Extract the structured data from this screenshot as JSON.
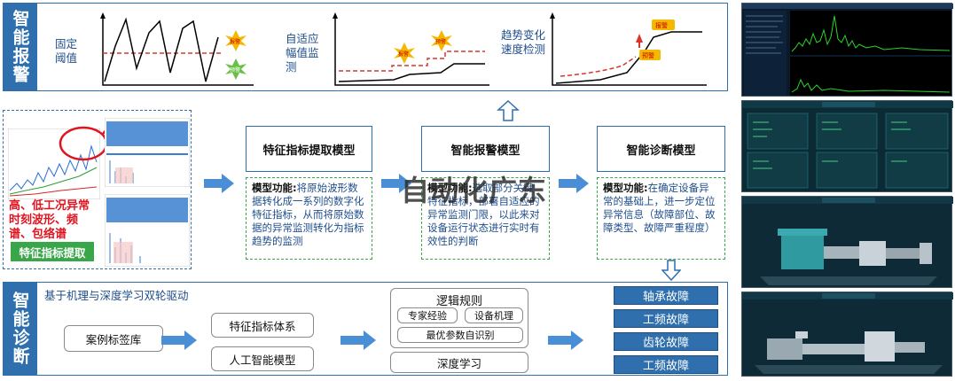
{
  "alarm_section": {
    "label": "智能报警",
    "methods": [
      {
        "label": "固定阈值"
      },
      {
        "label": "自适应幅值监测"
      },
      {
        "label": "趋势变化速度检测"
      }
    ],
    "markers": {
      "alarm": "报警",
      "warning": "预警"
    }
  },
  "feature_section": {
    "conditions_text": "高、低工况异常时刻波形、频谱、包络谱",
    "extract_button": "特征指标提取",
    "models": [
      {
        "title": "特征指标提取模型",
        "func_label": "模型功能:",
        "func_text": "将原始波形数据转化成一系列的数字化特征指标，从而将原始数据的异常监测转化为指标趋势的监测"
      },
      {
        "title": "智能报警模型",
        "func_label": "模型功能:",
        "func_text": "选取部分关键特征指标，部署自适应的异常监测门限，以此来对设备运行状态进行实时有效性的判断"
      },
      {
        "title": "智能诊断模型",
        "func_label": "模型功能:",
        "func_text": "在确定设备异常的基础上，进一步定位异常信息（故障部位、故障类型、故障严重程度）"
      }
    ],
    "watermark": "自动化广东"
  },
  "diagnosis_section": {
    "label": "智能诊断",
    "subtitle": "基于机理与深度学习双轮驱动",
    "case_library": "案例标签库",
    "feature_system": "特征指标体系",
    "ai_model": "人工智能模型",
    "logic_rules": "逻辑规则",
    "expert": "专家经验",
    "mechanism": "设备机理",
    "optimal": "最优参数自识别",
    "deep_learning": "深度学习",
    "faults": [
      "轴承故障",
      "工频故障",
      "齿轮故障",
      "工频故障"
    ]
  },
  "colors": {
    "primary": "#2f6fad",
    "green": "#3aa64a",
    "red": "#d9362b"
  }
}
